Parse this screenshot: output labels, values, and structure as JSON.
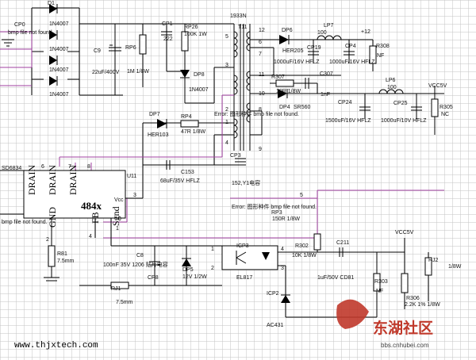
{
  "labels": {
    "d1": "D1",
    "d1_part": "1N4007",
    "d2_part": "1N4007",
    "d3_part": "1N4007",
    "d4_part": "1N4007",
    "cp0": "CP0",
    "bmp_nf_top": "bmp file not found.",
    "bmp_nf_left": "bmp file not found.",
    "c9": "C9",
    "c9_val": "22uF/400V",
    "rp6": "RP6",
    "r1": "1M 1/8W",
    "cp1": "CP1",
    "cp1_val": "222",
    "rp26": "RP26",
    "rp26_val": "100K 1W",
    "dp8": "DP8",
    "dp8_part": "1N4007",
    "t11_top": "1933N",
    "t11": "T11",
    "dp6": "DP6",
    "dp6_part": "HER205",
    "lp7": "LP7",
    "lp7_val": "100",
    "cp19": "CP19",
    "cp19_val": "1000uF/16V HFLZ",
    "cp4": "CP4",
    "cp4_val": "1000uF/16V HFLZ",
    "plus12": "+12",
    "r308": "R308",
    "r308_val": "NF",
    "r307": "R307",
    "r307_val": "10R 1/8W",
    "c307": "C307",
    "c307_val": "1nF",
    "dp4": "DP4",
    "dp4_part": "SR560",
    "lp6": "LP6",
    "lp6_val": "100",
    "vcc5v_top": "VCC5V",
    "r305": "R305",
    "r305_val": "NC",
    "cp24": "CP24",
    "cp24_val": "1500uF/16V HFLZ",
    "cp25": "CP25",
    "cp25_val": "1000uF/10V HFLZ",
    "dp7": "DP7",
    "dp7_part": "HER103",
    "rp4": "RP4",
    "rp4_val": "47R 1/8W",
    "err1": "Error: 图形种件 bmp file not found.",
    "sd6834": "SD6834",
    "u11": "U11",
    "pin_drain1": "DRAIN",
    "pin_drain2": "DRAIN",
    "pin_drain3": "DRAIN",
    "pin_gnd": "GND",
    "pin_fb": "FB",
    "pin_sgnd": "Sgnd",
    "pin_vcc": "Vcc",
    "chip_name": "484x",
    "c153": "C153",
    "c153_val": "68uF/35V HFLZ",
    "cp3": "CP3",
    "cp3_val": "152,Y1电容",
    "err2": "Error: 图形种件 bmp file not found.",
    "rp3": "RP3",
    "rp3_val": "150R 1/8W",
    "r81": "R81",
    "r81_val": "7.5mm",
    "c8": "C8",
    "cp8": "CP8",
    "cp8_val": "100nF 35V 1206 贴片电容",
    "dp5": "DP5",
    "dp5_val": "12V 1/2W",
    "rj1": "RJ1",
    "rj1_val": "7.5mm",
    "icp3": "ICP3",
    "el817": "EL817",
    "r302": "R302",
    "r302_val": "10K 1/8W",
    "c211": "C211",
    "c211_val": "1uF/50V CD81",
    "vcc5v_bot": "VCC5V",
    "r303": "R303",
    "r303_val": "NF",
    "r306": "R306",
    "r306_val": "2.2K 1% 1/8W",
    "rj2": "RJ2",
    "rj2_val": "1/8W",
    "icp2": "ICP2",
    "icp2_part": "AC431",
    "pin_1a": "1",
    "pin_2a": "2",
    "pin_3a": "3",
    "pin_4a": "4",
    "pin_5a": "5",
    "pin_6a": "6",
    "pin_7a": "7",
    "pin_8a": "8",
    "pin_9a": "9",
    "pin_10a": "10",
    "pin_11a": "11",
    "pin_12a": "12",
    "pin_13a": "1",
    "pin_14a": "2",
    "pin_15a": "3",
    "pin_16a": "4",
    "pin_17a": "5",
    "pin_18a": "6",
    "pin_19a": "7",
    "pin_20a": "8",
    "pin_21a": "2",
    "pin_22a": "1",
    "pin_23a": "4",
    "pin_24a": "3",
    "website": "www.thjxtech.com",
    "logo_cn": "东湖社区",
    "logo_url": "bbs.cnhubei.com"
  },
  "colors": {
    "wire": "#000000",
    "net": "#a040a0",
    "part": "#0000a0",
    "logo": "#c0392b"
  }
}
